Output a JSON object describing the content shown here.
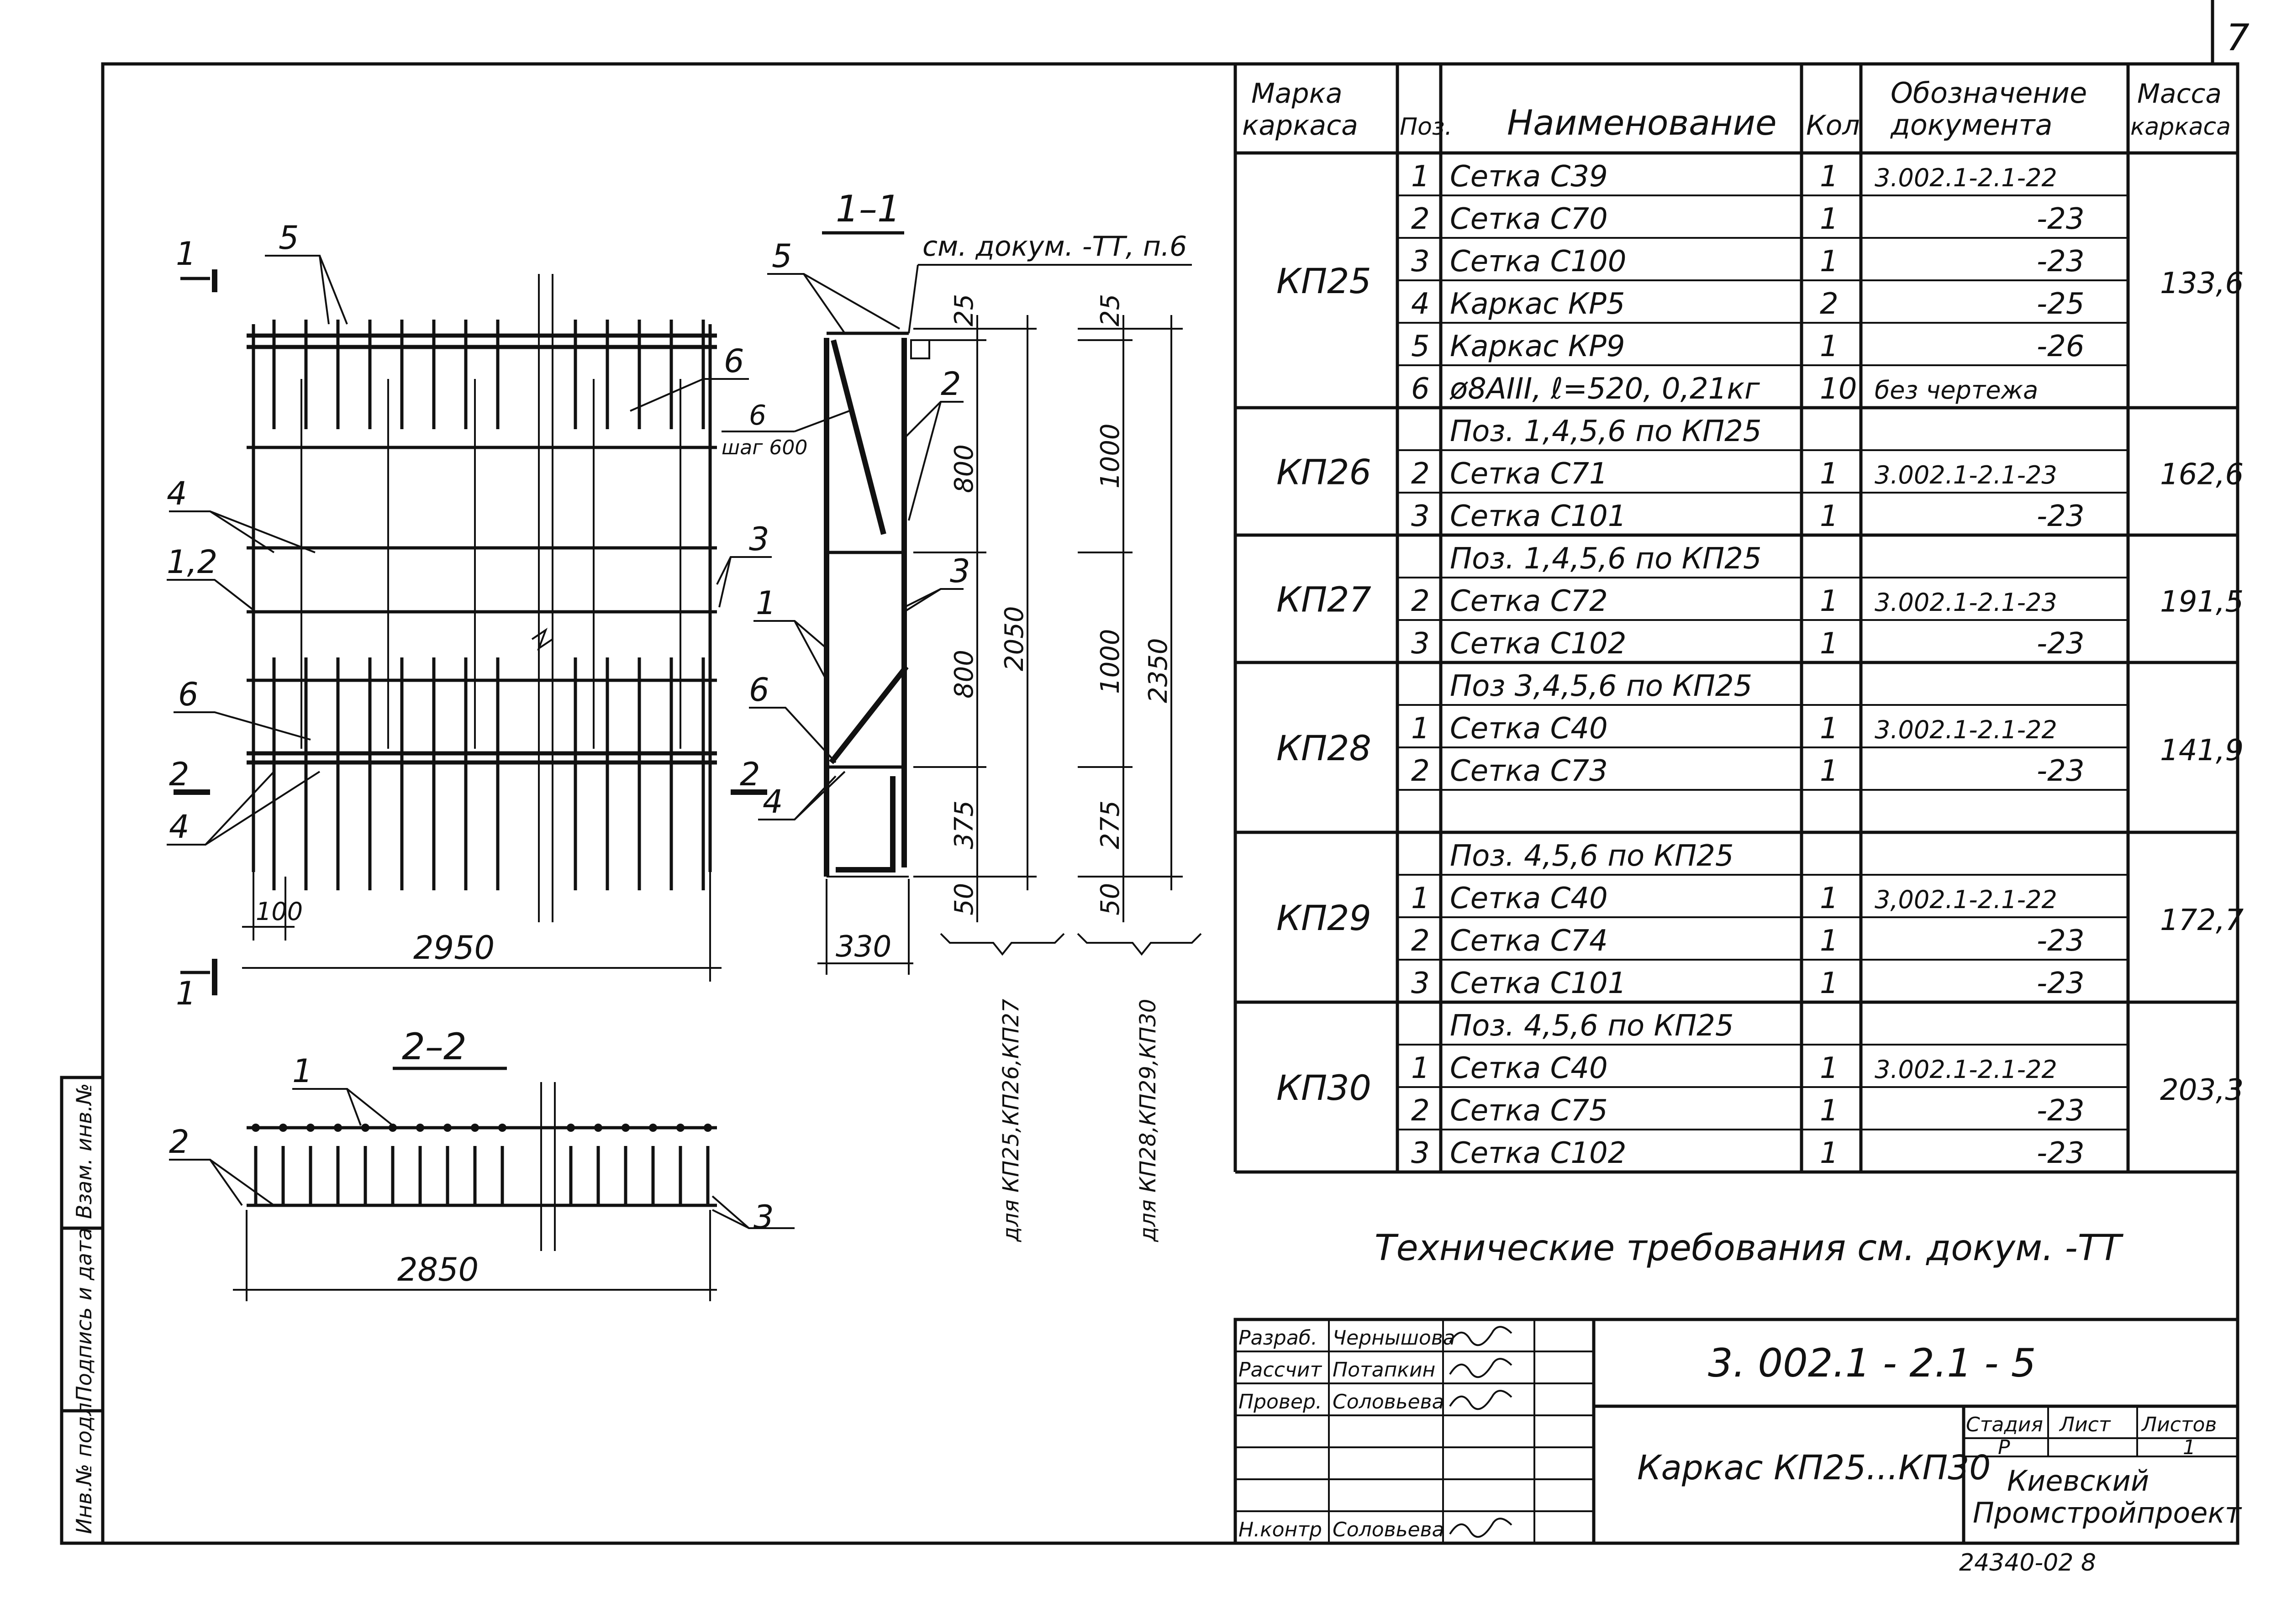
{
  "sheet_number": "7",
  "side_stamps": [
    "Инв.№ подл.",
    "Подпись и дата",
    "Взам. инв.№"
  ],
  "drawing": {
    "marks": {
      "sec1": "1",
      "sec2": "2",
      "p5": "5",
      "p6": "6",
      "p4a": "4",
      "p12": "1,2",
      "p3": "3",
      "p6b": "6",
      "p4b": "4",
      "d100": "100",
      "d2950": "2950"
    },
    "section_22": {
      "title": "2–2",
      "p1": "1",
      "p2": "2",
      "p3": "3",
      "d2850": "2850"
    },
    "section_11": {
      "title": "1–1",
      "note": "см. докум. -ТТ, п.6",
      "p5": "5",
      "p2": "2",
      "p6": "6",
      "step": "шаг 600",
      "p1": "1",
      "p3": "3",
      "p6b": "6",
      "p4": "4",
      "dims_left": [
        "25",
        "800",
        "800",
        "375",
        "50",
        "2050"
      ],
      "dims_right": [
        "25",
        "1000",
        "1000",
        "275",
        "50",
        "2350"
      ],
      "d330": "330",
      "brace_left": "для КП25,КП26,КП27",
      "brace_right": "для КП28,КП29,КП30"
    }
  },
  "table": {
    "headers": [
      "Марка каркаса",
      "Поз.",
      "Наименование",
      "Кол",
      "Обозначение документа",
      "Масса каркаса"
    ],
    "groups": [
      {
        "mark": "КП25",
        "mass": "133,6",
        "rows": [
          {
            "pos": "1",
            "name": "Сетка  С39",
            "qty": "1",
            "doc": "3.002.1-2.1-22"
          },
          {
            "pos": "2",
            "name": "Сетка  С70",
            "qty": "1",
            "doc": "-23"
          },
          {
            "pos": "3",
            "name": "Сетка  С100",
            "qty": "1",
            "doc": "-23"
          },
          {
            "pos": "4",
            "name": "Каркас КР5",
            "qty": "2",
            "doc": "-25"
          },
          {
            "pos": "5",
            "name": "Каркас КР9",
            "qty": "1",
            "doc": "-26"
          },
          {
            "pos": "6",
            "name": "ø8АIII, ℓ=520, 0,21кг",
            "qty": "10",
            "doc": "без чертежа"
          }
        ]
      },
      {
        "mark": "КП26",
        "mass": "162,6",
        "rows": [
          {
            "pos": "",
            "name": "Поз. 1,4,5,6 по КП25",
            "qty": "",
            "doc": ""
          },
          {
            "pos": "2",
            "name": "Сетка  С71",
            "qty": "1",
            "doc": "3.002.1-2.1-23"
          },
          {
            "pos": "3",
            "name": "Сетка  С101",
            "qty": "1",
            "doc": "-23"
          }
        ]
      },
      {
        "mark": "КП27",
        "mass": "191,5",
        "rows": [
          {
            "pos": "",
            "name": "Поз. 1,4,5,6 по КП25",
            "qty": "",
            "doc": ""
          },
          {
            "pos": "2",
            "name": "Сетка  С72",
            "qty": "1",
            "doc": "3.002.1-2.1-23"
          },
          {
            "pos": "3",
            "name": "Сетка  С102",
            "qty": "1",
            "doc": "-23"
          }
        ]
      },
      {
        "mark": "КП28",
        "mass": "141,9",
        "rows": [
          {
            "pos": "",
            "name": "Поз 3,4,5,6 по КП25",
            "qty": "",
            "doc": ""
          },
          {
            "pos": "1",
            "name": "Сетка  С40",
            "qty": "1",
            "doc": "3.002.1-2.1-22"
          },
          {
            "pos": "2",
            "name": "Сетка  С73",
            "qty": "1",
            "doc": "-23"
          },
          {
            "pos": "",
            "name": "",
            "qty": "",
            "doc": ""
          }
        ]
      },
      {
        "mark": "КП29",
        "mass": "172,7",
        "rows": [
          {
            "pos": "",
            "name": "Поз. 4,5,6 по КП25",
            "qty": "",
            "doc": ""
          },
          {
            "pos": "1",
            "name": "Сетка  С40",
            "qty": "1",
            "doc": "3,002.1-2.1-22"
          },
          {
            "pos": "2",
            "name": "Сетка  С74",
            "qty": "1",
            "doc": "-23"
          },
          {
            "pos": "3",
            "name": "Сетка  С101",
            "qty": "1",
            "doc": "-23"
          }
        ]
      },
      {
        "mark": "КП30",
        "mass": "203,3",
        "rows": [
          {
            "pos": "",
            "name": "Поз.  4,5,6 по КП25",
            "qty": "",
            "doc": ""
          },
          {
            "pos": "1",
            "name": "Сетка  С40",
            "qty": "1",
            "doc": "3.002.1-2.1-22"
          },
          {
            "pos": "2",
            "name": "Сетка  С75",
            "qty": "1",
            "doc": "-23"
          },
          {
            "pos": "3",
            "name": "Сетка  С102",
            "qty": "1",
            "doc": "-23"
          }
        ]
      }
    ]
  },
  "tech_note": "Технические требования см. докум. -ТТ",
  "title_block": {
    "doc_code": "3. 002.1 - 2.1 - 5",
    "title": "Каркас КП25...КП30",
    "roles": [
      {
        "role": "Разраб.",
        "name": "Чернышова"
      },
      {
        "role": "Рассчит",
        "name": "Потапкин"
      },
      {
        "role": "Провер.",
        "name": "Соловьева"
      },
      {
        "role": "",
        "name": ""
      },
      {
        "role": "",
        "name": ""
      },
      {
        "role": "",
        "name": ""
      },
      {
        "role": "Н.контр",
        "name": "Соловьева"
      }
    ],
    "stage_header": "Стадия",
    "sheet_header": "Лист",
    "sheets_header": "Листов",
    "stage": "Р",
    "sheets": "1",
    "org": [
      "Киевский",
      "Промстройпроект"
    ],
    "archive_no": "24340-02  8"
  }
}
